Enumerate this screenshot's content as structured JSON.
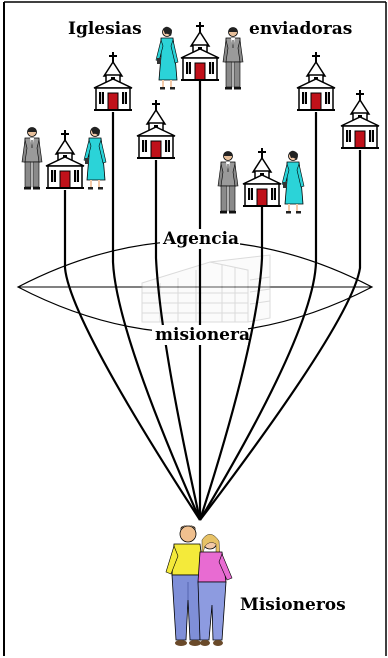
{
  "labels": {
    "top_left": "Iglesias",
    "top_right": "enviadoras",
    "agency_top": "Agencia",
    "agency_bottom": "misionera",
    "bottom": "Misioneros"
  },
  "colors": {
    "church_door": "#c0111a",
    "woman_dress": "#2bd3d8",
    "man_suit": "#9a9a9a",
    "missionary_shirt": "#f4ea3a",
    "missionary_jeans": "#7f8fd8",
    "missionary_pink": "#e86bd2"
  },
  "icons": [
    "church-icon",
    "couple-icon",
    "office-building-icon",
    "missionaries-icon"
  ]
}
